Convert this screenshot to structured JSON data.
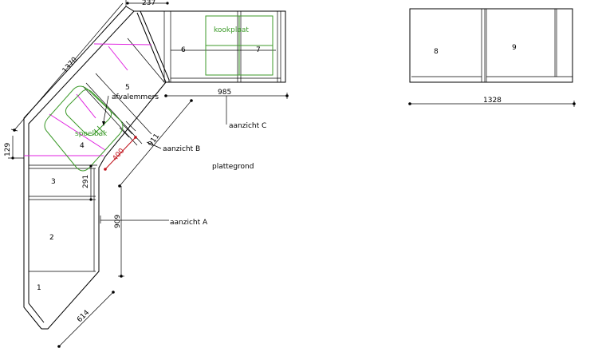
{
  "drawing": {
    "plan_label": "plattegrond",
    "views": {
      "a": "aanzicht A",
      "b": "aanzicht B",
      "c": "aanzicht C"
    },
    "appliances": {
      "hob": "kookplaat",
      "sink": "spoelbak",
      "waste": "afvalemmers"
    },
    "cabinets": [
      "1",
      "2",
      "3",
      "4",
      "5",
      "6",
      "7",
      "8",
      "9"
    ],
    "dimensions": {
      "top_width": "237",
      "diagonal_length": "1370",
      "side_depth": "129",
      "right_width": "985",
      "sink_depth": "400",
      "diag_inner": "911",
      "cab3_height": "291",
      "left_length": "909",
      "bottom_width": "614",
      "elevation_width": "1328"
    },
    "colors": {
      "line": "#000000",
      "appliance": "#3c9a2a",
      "dimension_highlight": "#c0141c",
      "guide": "#e020e0"
    }
  }
}
